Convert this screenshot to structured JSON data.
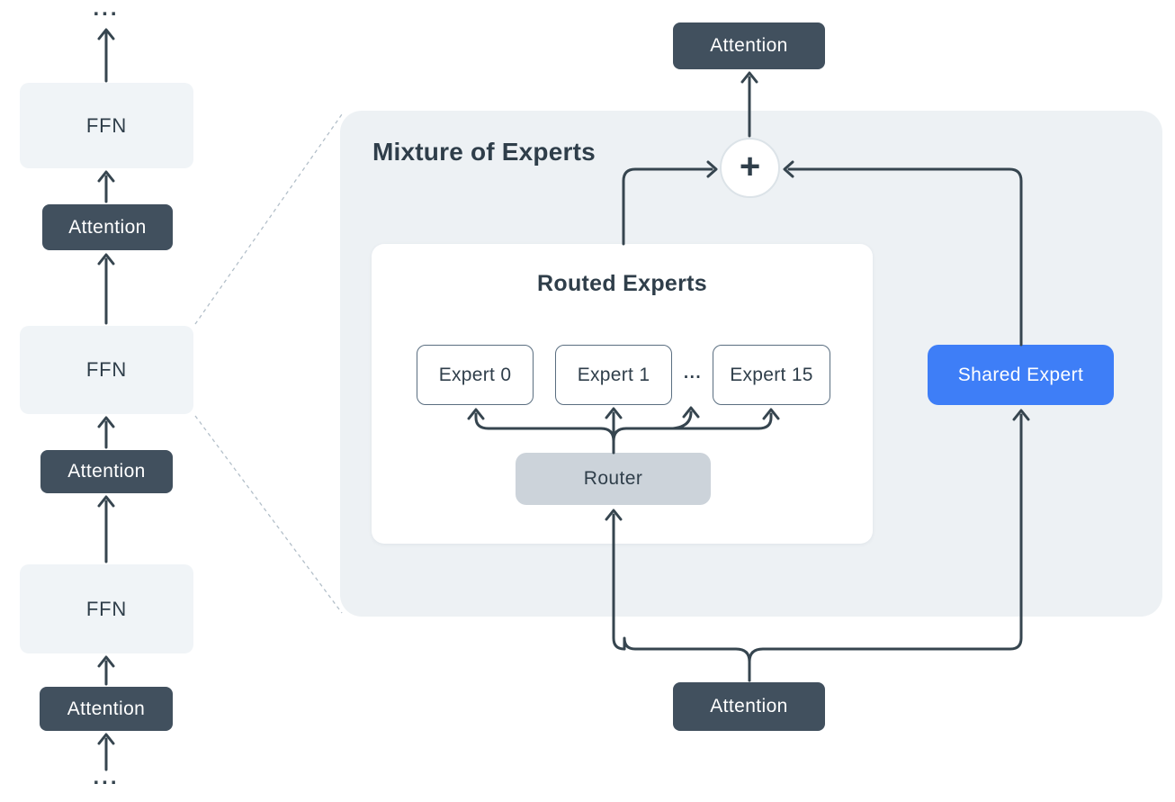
{
  "diagram": {
    "left_stack": {
      "dots_top": "...",
      "dots_bottom": "...",
      "blocks": [
        {
          "label": "FFN",
          "type": "ffn"
        },
        {
          "label": "Attention",
          "type": "attention"
        },
        {
          "label": "FFN",
          "type": "ffn"
        },
        {
          "label": "Attention",
          "type": "attention"
        },
        {
          "label": "FFN",
          "type": "ffn"
        },
        {
          "label": "Attention",
          "type": "attention"
        }
      ]
    },
    "moe_panel": {
      "title": "Mixture of Experts",
      "top_attention_label": "Attention",
      "sum_symbol": "+",
      "routed_experts": {
        "title": "Routed Experts",
        "experts": [
          "Expert 0",
          "Expert 1",
          "Expert 15"
        ],
        "dots": "...",
        "router_label": "Router"
      },
      "shared_expert_label": "Shared Expert",
      "bottom_attention_label": "Attention"
    },
    "colors": {
      "dark_slate_box": "#41505e",
      "arrow_line": "#36454f",
      "panel_background": "#edf1f4",
      "ffn_fill": "#f0f4f7",
      "router_fill": "#ccd3da",
      "shared_expert_blue": "#3e7ef7",
      "expert_border": "#5a6e80",
      "dashed_line": "#b3bfc9",
      "text_dark": "#2f3e4a",
      "white": "#ffffff"
    }
  }
}
